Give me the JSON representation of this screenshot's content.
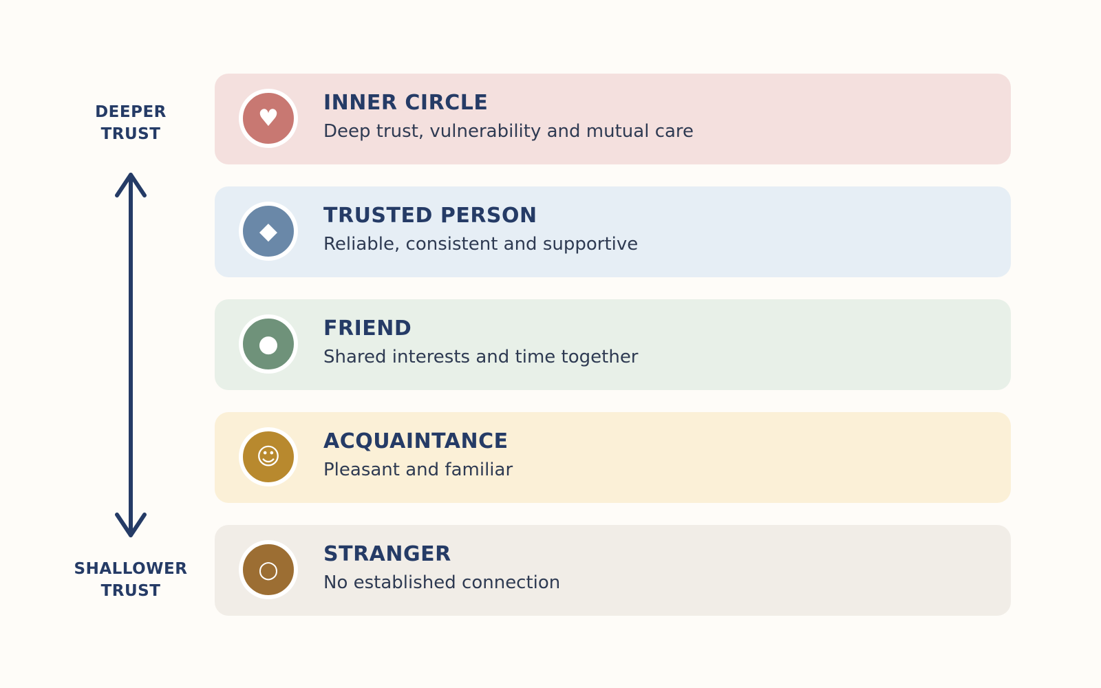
{
  "scale": {
    "top_line1": "DEEPER",
    "top_line2": "TRUST",
    "bottom_line1": "SHALLOWER",
    "bottom_line2": "TRUST",
    "arrow_color": "#253b66"
  },
  "tiers": [
    {
      "title": "INNER CIRCLE",
      "description": "Deep trust, vulnerability and mutual care",
      "icon": "heart-icon",
      "glyph": "♥",
      "icon_color": "#c87872",
      "bg_color": "#f4e0de"
    },
    {
      "title": "TRUSTED PERSON",
      "description": "Reliable, consistent and supportive",
      "icon": "diamond-icon",
      "glyph": "◆",
      "icon_color": "#6a88a8",
      "bg_color": "#e6eef5"
    },
    {
      "title": "FRIEND",
      "description": "Shared interests and time together",
      "icon": "dot-icon",
      "glyph": "●",
      "icon_color": "#6f927a",
      "bg_color": "#e8f0e8"
    },
    {
      "title": "ACQUAINTANCE",
      "description": "Pleasant and familiar",
      "icon": "smiley-icon",
      "glyph": "☺",
      "icon_color": "#b8892e",
      "bg_color": "#fbf0d7"
    },
    {
      "title": "STRANGER",
      "description": "No established connection",
      "icon": "circle-outline-icon",
      "glyph": "○",
      "icon_color": "#9c6e33",
      "bg_color": "#f1ede7"
    }
  ]
}
